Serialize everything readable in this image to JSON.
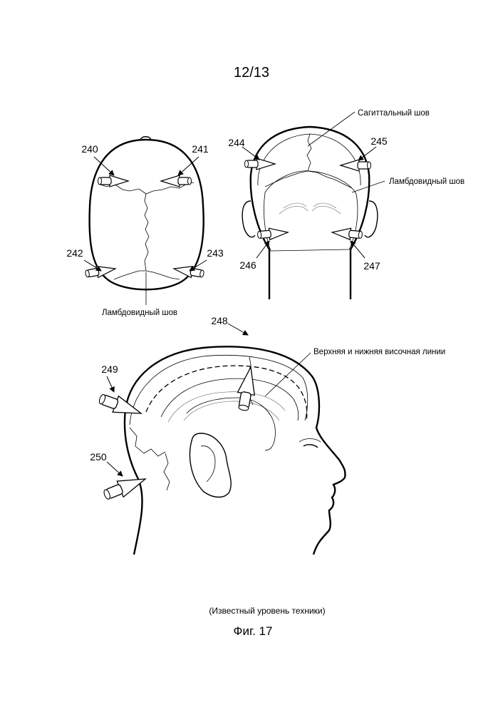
{
  "page": {
    "number": "12/13"
  },
  "figure": {
    "caption": "(Известный уровень техники)",
    "label": "Фиг. 17"
  },
  "top_view": {
    "refs": [
      "240",
      "241",
      "242",
      "243"
    ],
    "suture_label": "Ламбдовидный шов"
  },
  "back_view": {
    "refs": [
      "244",
      "245",
      "246",
      "247"
    ],
    "sagittal_label": "Сагиттальный шов",
    "lambdoid_label": "Ламбдовидный шов"
  },
  "side_view": {
    "refs": [
      "248",
      "249",
      "250"
    ],
    "temporal_label": "Верхняя и нижняя височная линии"
  }
}
